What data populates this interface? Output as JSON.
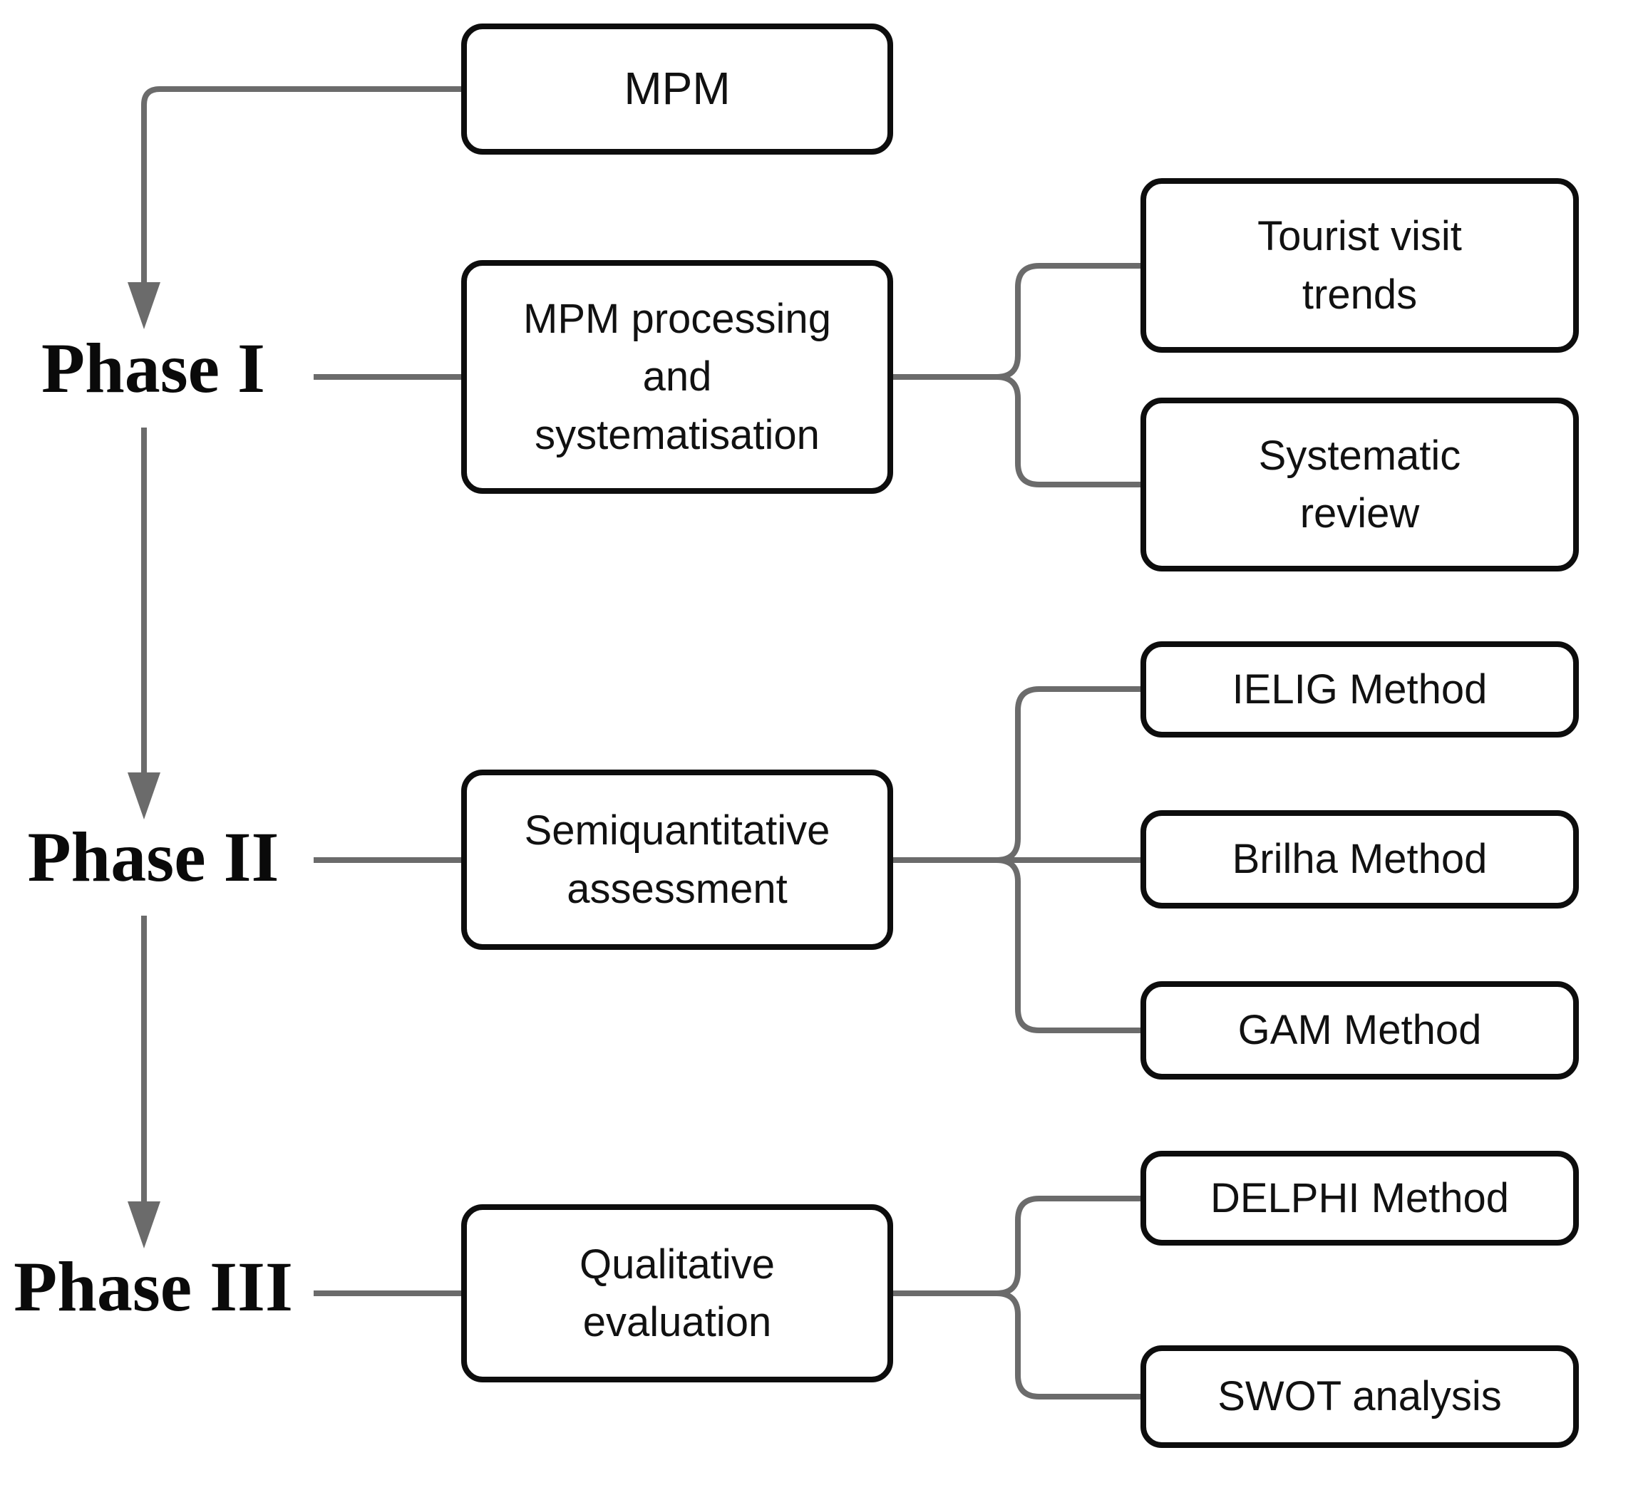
{
  "diagram": {
    "root": {
      "label": "MPM"
    },
    "phases": [
      {
        "name": "Phase I",
        "process": "MPM processing\nand\nsystematisation",
        "outputs": [
          "Tourist visit\ntrends",
          "Systematic\nreview"
        ]
      },
      {
        "name": "Phase II",
        "process": "Semiquantitative\nassessment",
        "outputs": [
          "IELIG Method",
          "Brilha Method",
          "GAM Method"
        ]
      },
      {
        "name": "Phase III",
        "process": "Qualitative\nevaluation",
        "outputs": [
          "DELPHI Method",
          "SWOT analysis"
        ]
      }
    ],
    "colors": {
      "background": "#ffffff",
      "box_border": "#0d0d0d",
      "box_fill": "#ffffff",
      "connector": "#6b6b6b",
      "text": "#111111"
    }
  }
}
